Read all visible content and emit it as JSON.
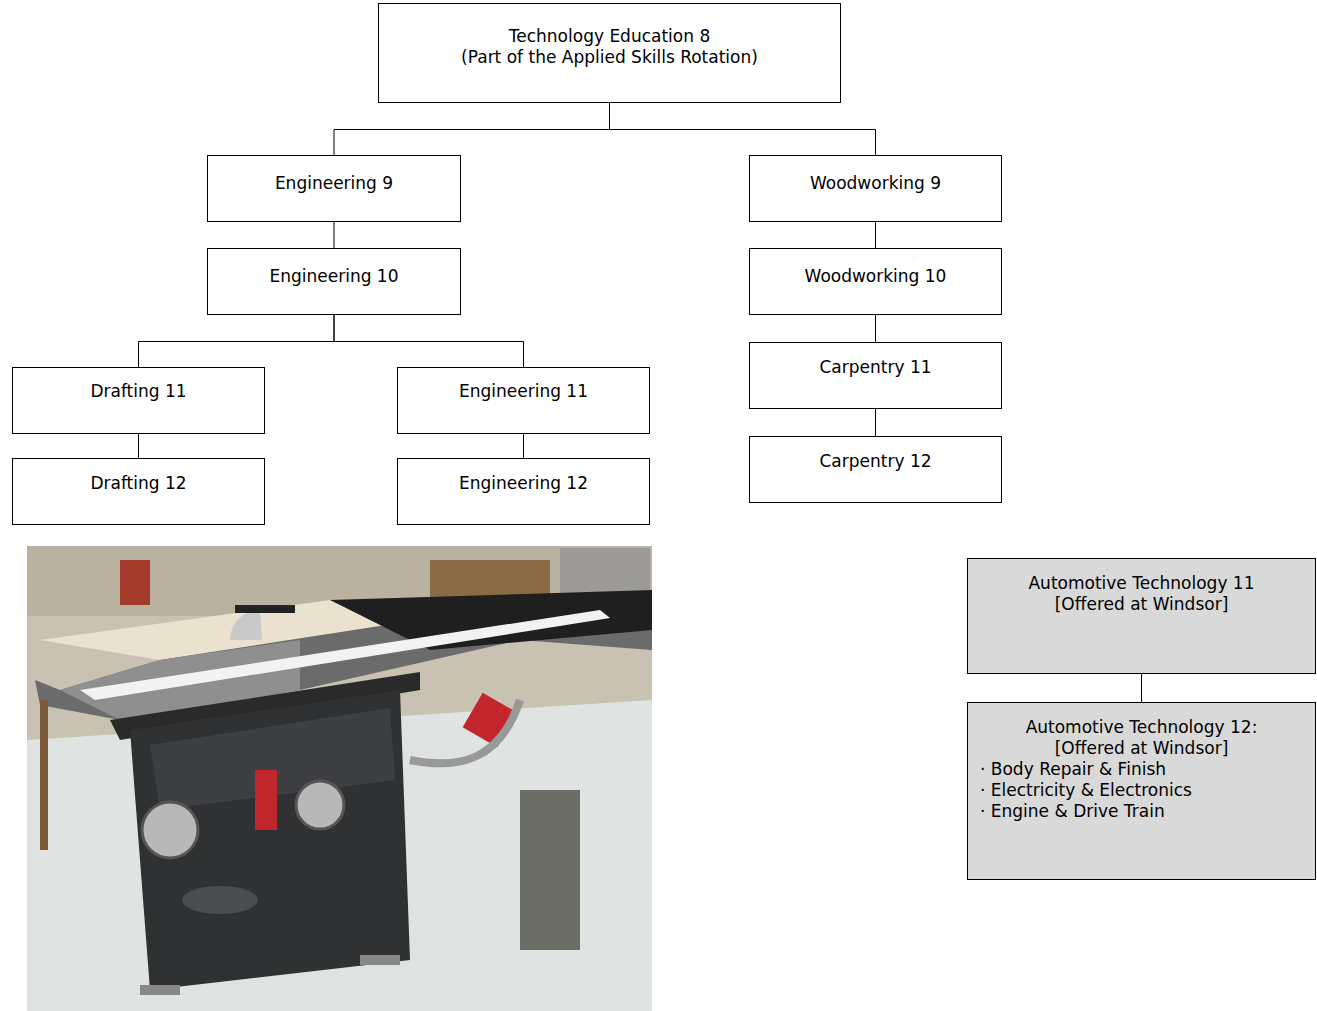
{
  "diagram": {
    "nodes": [
      {
        "text": [
          "Technology Education 8",
          "(Part of the Applied Skills Rotation)"
        ]
      },
      {
        "text": [
          "Engineering 9"
        ]
      },
      {
        "text": [
          "Woodworking 9"
        ]
      },
      {
        "text": [
          "Engineering 10"
        ]
      },
      {
        "text": [
          "Woodworking 10"
        ]
      },
      {
        "text": [
          "Drafting 11"
        ]
      },
      {
        "text": [
          "Engineering 11"
        ]
      },
      {
        "text": [
          "Carpentry 11"
        ]
      },
      {
        "text": [
          "Drafting 12"
        ]
      },
      {
        "text": [
          "Engineering 12"
        ]
      },
      {
        "text": [
          "Carpentry 12"
        ]
      },
      {
        "text": [
          "Automotive Technology 11",
          "[Offered at Windsor]"
        ]
      },
      {
        "text": [
          "Automotive Technology 12:",
          "[Offered at Windsor]",
          "· Body Repair & Finish",
          "· Electricity & Electronics",
          "· Engine & Drive Train"
        ]
      }
    ],
    "edges": [
      {
        "from": 0,
        "to": 1,
        "arrow": "none"
      },
      {
        "from": 0,
        "to": 2,
        "arrow": "none"
      },
      {
        "from": 1,
        "to": 3,
        "arrow": "none"
      },
      {
        "from": 2,
        "to": 4,
        "arrow": "none"
      },
      {
        "from": 3,
        "to": 5,
        "arrow": "none"
      },
      {
        "from": 3,
        "to": 6,
        "arrow": "none"
      },
      {
        "from": 4,
        "to": 7,
        "arrow": "none"
      },
      {
        "from": 5,
        "to": 8,
        "arrow": "none"
      },
      {
        "from": 6,
        "to": 9,
        "arrow": "none"
      },
      {
        "from": 7,
        "to": 10,
        "arrow": "none"
      },
      {
        "from": 11,
        "to": 12,
        "arrow": "none"
      }
    ]
  }
}
